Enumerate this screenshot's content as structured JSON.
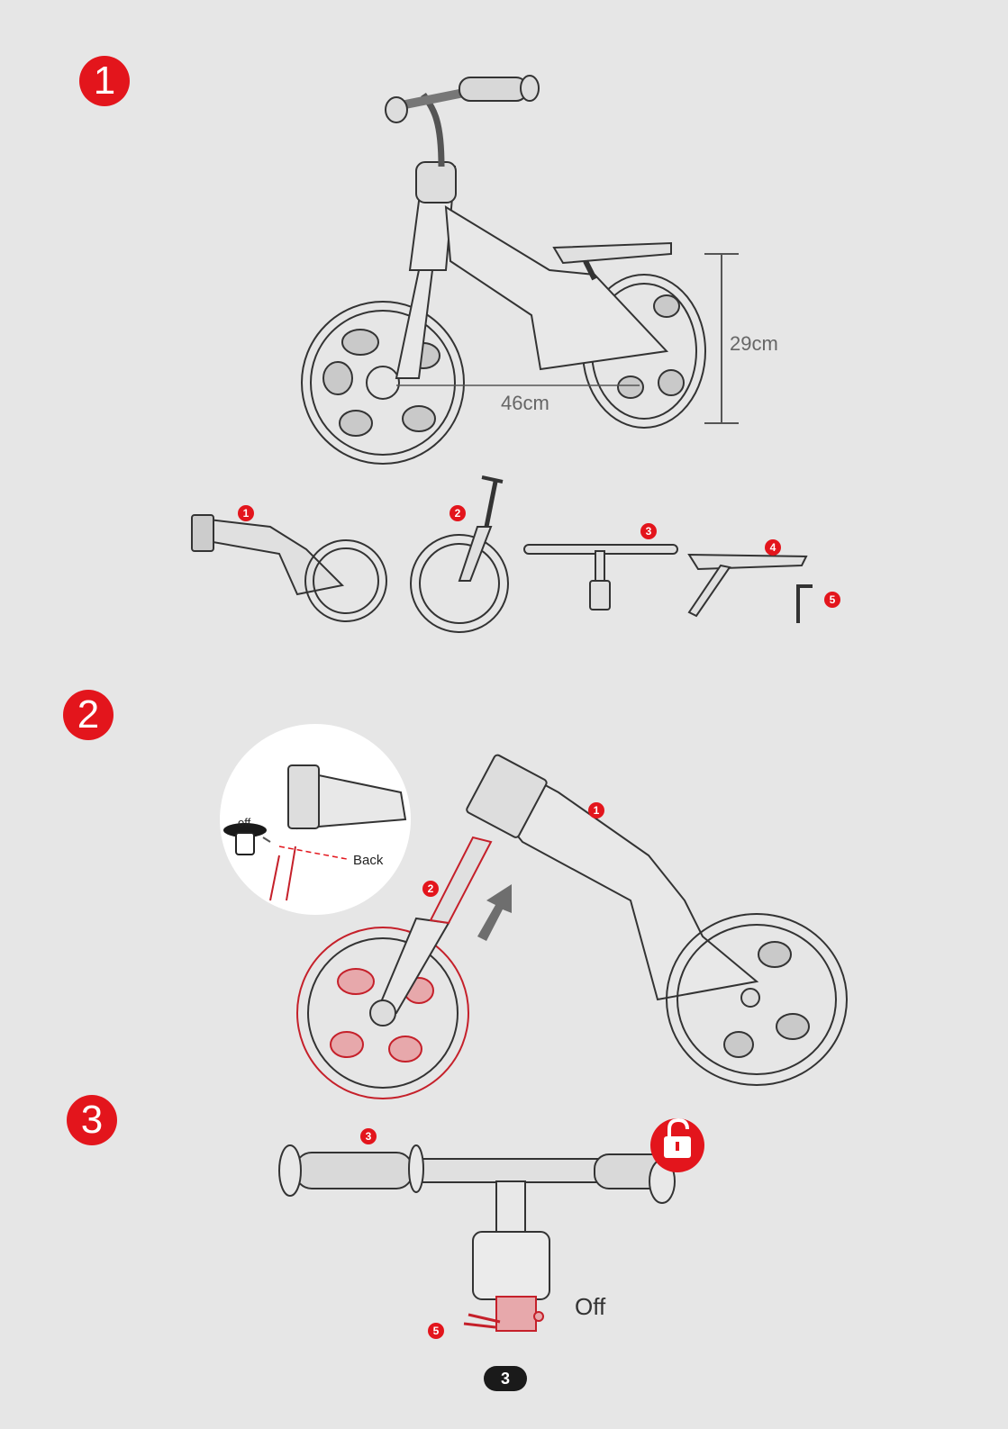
{
  "steps": [
    "1",
    "2",
    "3"
  ],
  "dimensions": {
    "height": "29cm",
    "length": "46cm"
  },
  "parts": [
    "1",
    "2",
    "3",
    "4",
    "5"
  ],
  "step2": {
    "detail_off": "off",
    "detail_back": "Back",
    "callouts": [
      "1",
      "2"
    ]
  },
  "step3": {
    "callout_bar": "3",
    "callout_key": "5",
    "label_off": "Off"
  },
  "page_number": "3",
  "colors": {
    "accent": "#e3151c",
    "line": "#333333",
    "background": "#e6e6e6"
  },
  "icons": [
    "unlock-icon",
    "arrow-icon"
  ]
}
